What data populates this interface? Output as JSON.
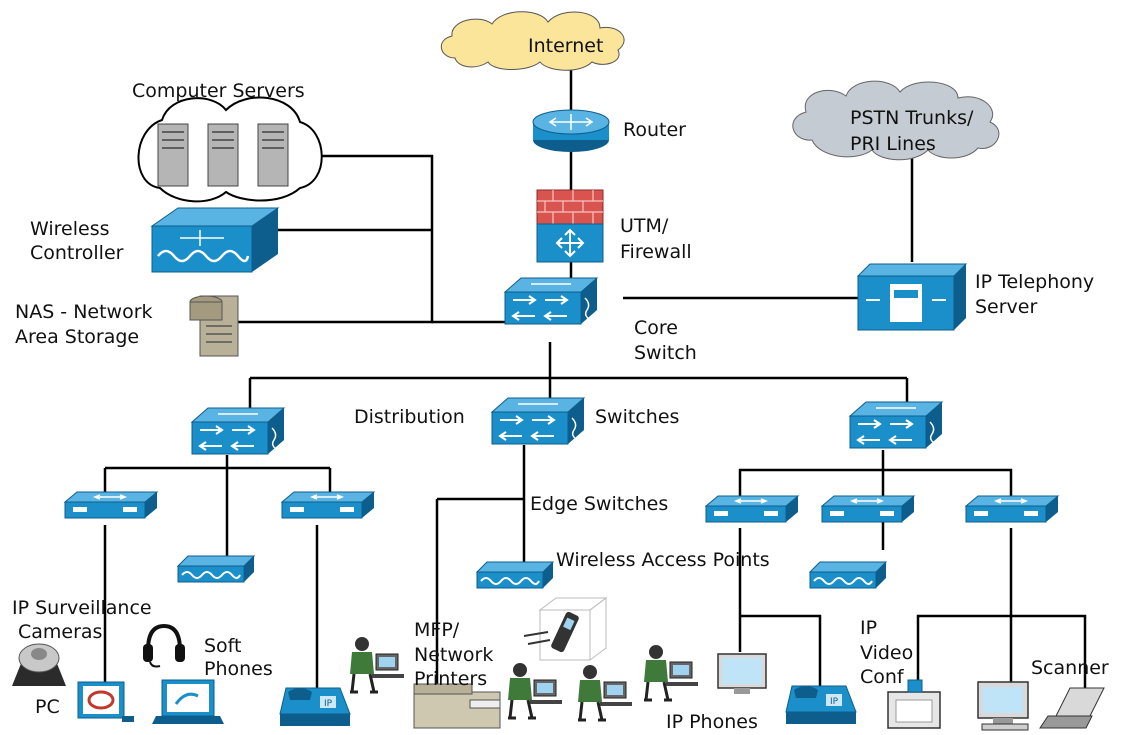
{
  "labels": {
    "internet": "Internet",
    "router": "Router",
    "utm_line1": "UTM/",
    "utm_line2": "Firewall",
    "pstn_line1": "PSTN Trunks/",
    "pstn_line2": "PRI Lines",
    "computer_servers": "Computer Servers",
    "wireless_controller_line1": "Wireless",
    "wireless_controller_line2": "Controller",
    "nas_line1": "NAS - Network",
    "nas_line2": "Area Storage",
    "core_line1": "Core",
    "core_line2": "Switch",
    "ip_telephony_line1": "IP Telephony",
    "ip_telephony_line2": "Server",
    "distribution": "Distribution",
    "switches": "Switches",
    "edge_switches": "Edge Switches",
    "wireless_access_points": "Wireless Access Points",
    "ip_surveillance_line1": "IP Surveillance",
    "ip_surveillance_line2": "Cameras",
    "soft_phones_line1": "Soft",
    "soft_phones_line2": "Phones",
    "pc": "PC",
    "mfp_line1": "MFP/",
    "mfp_line2": "Network",
    "mfp_line3": "Printers",
    "ip_phones": "IP Phones",
    "ip_video_line1": "IP",
    "ip_video_line2": "Video",
    "ip_video_line3": "Conf",
    "scanner": "Scanner"
  },
  "colors": {
    "device_blue": "#1b8fc9",
    "device_dark": "#0d5e8c",
    "cloud_internet": "#fbe59a",
    "cloud_pstn": "#c4cbd2",
    "firewall_red": "#d9534f",
    "line": "#000000"
  }
}
